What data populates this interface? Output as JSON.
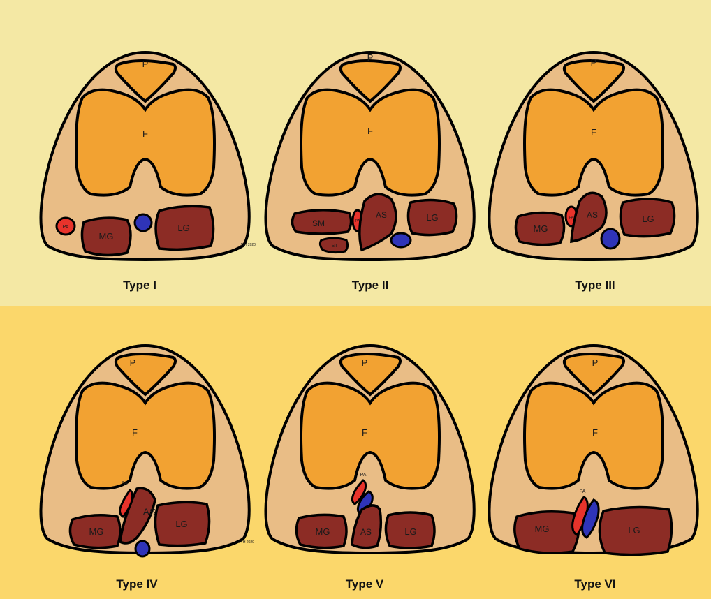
{
  "panels": [
    {
      "title": "Type I",
      "patella": "P",
      "femur": "F",
      "medial_gastrocnemius": "MG",
      "lateral_gastrocnemius": "LG",
      "artery": "PA",
      "signature": "JYH 2020"
    },
    {
      "title": "Type II",
      "patella": "P",
      "femur": "F",
      "semimembranosus": "SM",
      "semitendinosus": "ST",
      "artery": "PA",
      "accessory_slip": "AS",
      "lateral_gastrocnemius": "LG"
    },
    {
      "title": "Type III",
      "patella": "P",
      "femur": "F",
      "medial_gastrocnemius": "MG",
      "artery": "PA",
      "accessory_slip": "AS",
      "lateral_gastrocnemius": "LG"
    },
    {
      "title": "Type IV",
      "patella": "P",
      "femur": "F",
      "artery": "PA",
      "accessory_slip": "AS",
      "medial_gastrocnemius": "MG",
      "lateral_gastrocnemius": "LG",
      "signature": "JYH 2020"
    },
    {
      "title": "Type V",
      "patella": "P",
      "femur": "F",
      "artery": "PA",
      "medial_gastrocnemius": "MG",
      "accessory_slip": "AS",
      "lateral_gastrocnemius": "LG"
    },
    {
      "title": "Type VI",
      "patella": "P",
      "femur": "F",
      "artery": "PA",
      "medial_gastrocnemius": "MG",
      "lateral_gastrocnemius": "LG"
    }
  ],
  "colors": {
    "top_band": "#f4e8a4",
    "bottom_band": "#fbd76b",
    "soft_tissue": "#e9bd86",
    "bone": "#f2a232",
    "muscle": "#8c2c25",
    "artery": "#e8332b",
    "vein": "#2f34b8",
    "outline": "#000000"
  }
}
